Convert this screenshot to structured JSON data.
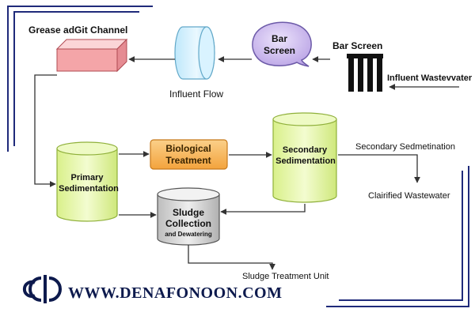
{
  "diagram": {
    "nodes": {
      "grease_channel": {
        "label": "Grease adGit Channel",
        "color": "#f4a5a8"
      },
      "influent_flow": {
        "label": "Influent Flow",
        "color": "#cdeeff"
      },
      "bar_screen_bubble": {
        "label_line1": "Bar",
        "label_line2": "Screen",
        "color": "#c9b6ec"
      },
      "bar_screen": {
        "label": "Bar Screen"
      },
      "influent_wastewater": {
        "label": "Influent Wastevvater"
      },
      "primary_sedimentation": {
        "label_line1": "Primary",
        "label_line2": "Sedimentation",
        "color": "#e6f7a8"
      },
      "biological_treatment": {
        "label_line1": "Biological",
        "label_line2": "Treatment",
        "color": "#f8b558"
      },
      "secondary_sedimentation": {
        "label_line1": "Secondary",
        "label_line2": "Sedimentation",
        "color": "#e6f7a8"
      },
      "secondary_sedmetination": {
        "label": "Secondary Sedmetination"
      },
      "clarified_wastewater": {
        "label": "Clairified Wastewater"
      },
      "sludge_collection": {
        "label_line1": "Sludge",
        "label_line2": "Collection",
        "label_line3": "and Dewatering",
        "color": "#d6d6d6"
      },
      "sludge_treatment_unit": {
        "label": "Sludge Treatment Unit"
      }
    }
  },
  "branding": {
    "website": "WWW.DENAFONOON.COM",
    "color": "#0d1a4d"
  },
  "colors": {
    "frame": "#1f2a7a",
    "arrow": "#333333"
  }
}
